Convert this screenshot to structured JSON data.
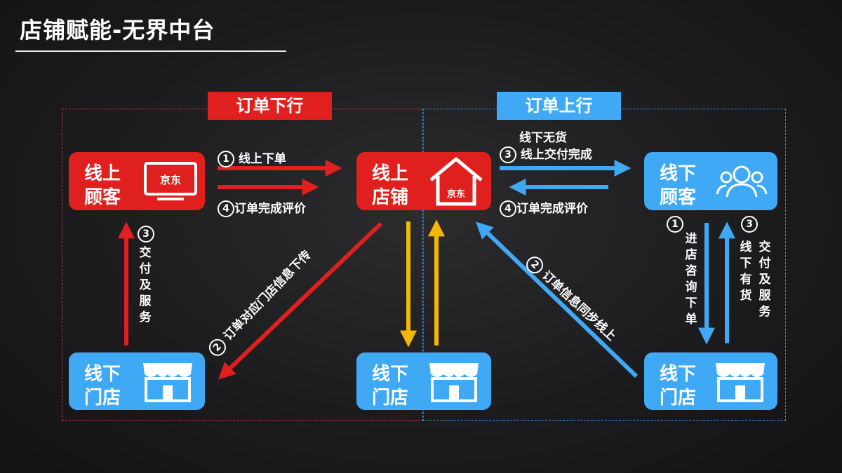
{
  "page_title": "店铺赋能-无界中台",
  "tags": {
    "down": "订单下行",
    "up": "订单上行"
  },
  "nodes": {
    "online_customer": {
      "line1": "线上",
      "line2": "顾客",
      "logo": "京东"
    },
    "online_store": {
      "line1": "线上",
      "line2": "店铺",
      "logo": "京东"
    },
    "offline_customer": {
      "line1": "线下",
      "line2": "顾客"
    },
    "offline_store_left": {
      "line1": "线下",
      "line2": "门店"
    },
    "offline_store_mid": {
      "line1": "线下",
      "line2": "门店"
    },
    "offline_store_right": {
      "line1": "线下",
      "line2": "门店"
    }
  },
  "steps": {
    "left_place_order": {
      "num": "1",
      "text": "线上下单"
    },
    "left_review": {
      "num": "4",
      "text": "订单完成评价"
    },
    "left_deliver": {
      "num": "3",
      "text": "交付及服务"
    },
    "left_dispatch": {
      "num": "2",
      "text": "订单对应门店信息下传"
    },
    "right_no_stock_line1": {
      "num": "3",
      "text": "线下无货"
    },
    "right_no_stock_line2": "线上交付完成",
    "right_review": {
      "num": "4",
      "text": "订单完成评价"
    },
    "right_visit": {
      "num": "1",
      "text": "进店咨询下单"
    },
    "right_in_stock": {
      "num": "3",
      "text": "线下有货"
    },
    "right_in_stock_service": "交付及服务",
    "right_sync": {
      "num": "2",
      "text": "订单信息同步线上"
    }
  },
  "colors": {
    "red": "#e0201e",
    "blue": "#3fa9f5",
    "yellow": "#f5b800"
  },
  "icons": [
    "tv-icon",
    "house-icon",
    "people-icon",
    "store-icon"
  ]
}
